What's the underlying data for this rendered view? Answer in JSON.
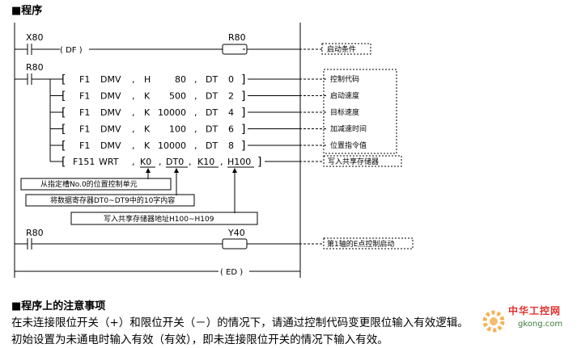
{
  "section_program": "■程序",
  "section_notes": "■程序上的注意事项",
  "notes_line1": "在未连接限位开关（+）和限位开关（－）的情况下，请通过控制代码变更限位输入有效逻辑。",
  "notes_line2": "初始设置为未通电时输入有效（有效），即未连接限位开关的情况下输入有效。",
  "contacts": {
    "x80": "X80",
    "r80_top": "R80",
    "r80_bottom": "R80",
    "coil_r80": "R80",
    "coil_y40": "Y40",
    "df": "( DF )",
    "ed": "( ED )"
  },
  "instructions": [
    {
      "f": "F1",
      "op": "DMV",
      "type": "H",
      "value": "80",
      "reg": "DT",
      "idx": "0",
      "comment": "控制代码"
    },
    {
      "f": "F1",
      "op": "DMV",
      "type": "K",
      "value": "500",
      "reg": "DT",
      "idx": "2",
      "comment": "启动速度"
    },
    {
      "f": "F1",
      "op": "DMV",
      "type": "K",
      "value": "10000",
      "reg": "DT",
      "idx": "4",
      "comment": "目标速度"
    },
    {
      "f": "F1",
      "op": "DMV",
      "type": "K",
      "value": "100",
      "reg": "DT",
      "idx": "6",
      "comment": "加减速时间"
    },
    {
      "f": "F1",
      "op": "DMV",
      "type": "K",
      "value": "10000",
      "reg": "DT",
      "idx": "8",
      "comment": "位置指令值"
    }
  ],
  "wrt": {
    "f": "F151",
    "op": "WRT",
    "a": "K0",
    "b": "DT0",
    "c": "K10",
    "d": "H100",
    "comment": "写入共享存储器"
  },
  "comments": {
    "start_condition": "启动条件",
    "y40_comment": "第1轴的E点控制启动"
  },
  "callouts": {
    "slot": "从指定槽No.0的位置控制单元",
    "dt_range": "将数据寄存器DT0~DT9中的10字内容",
    "h_range": "写入共享存储器地址H100~H109"
  },
  "watermark": {
    "brand": "中华工控网",
    "url": "gkong.com"
  }
}
